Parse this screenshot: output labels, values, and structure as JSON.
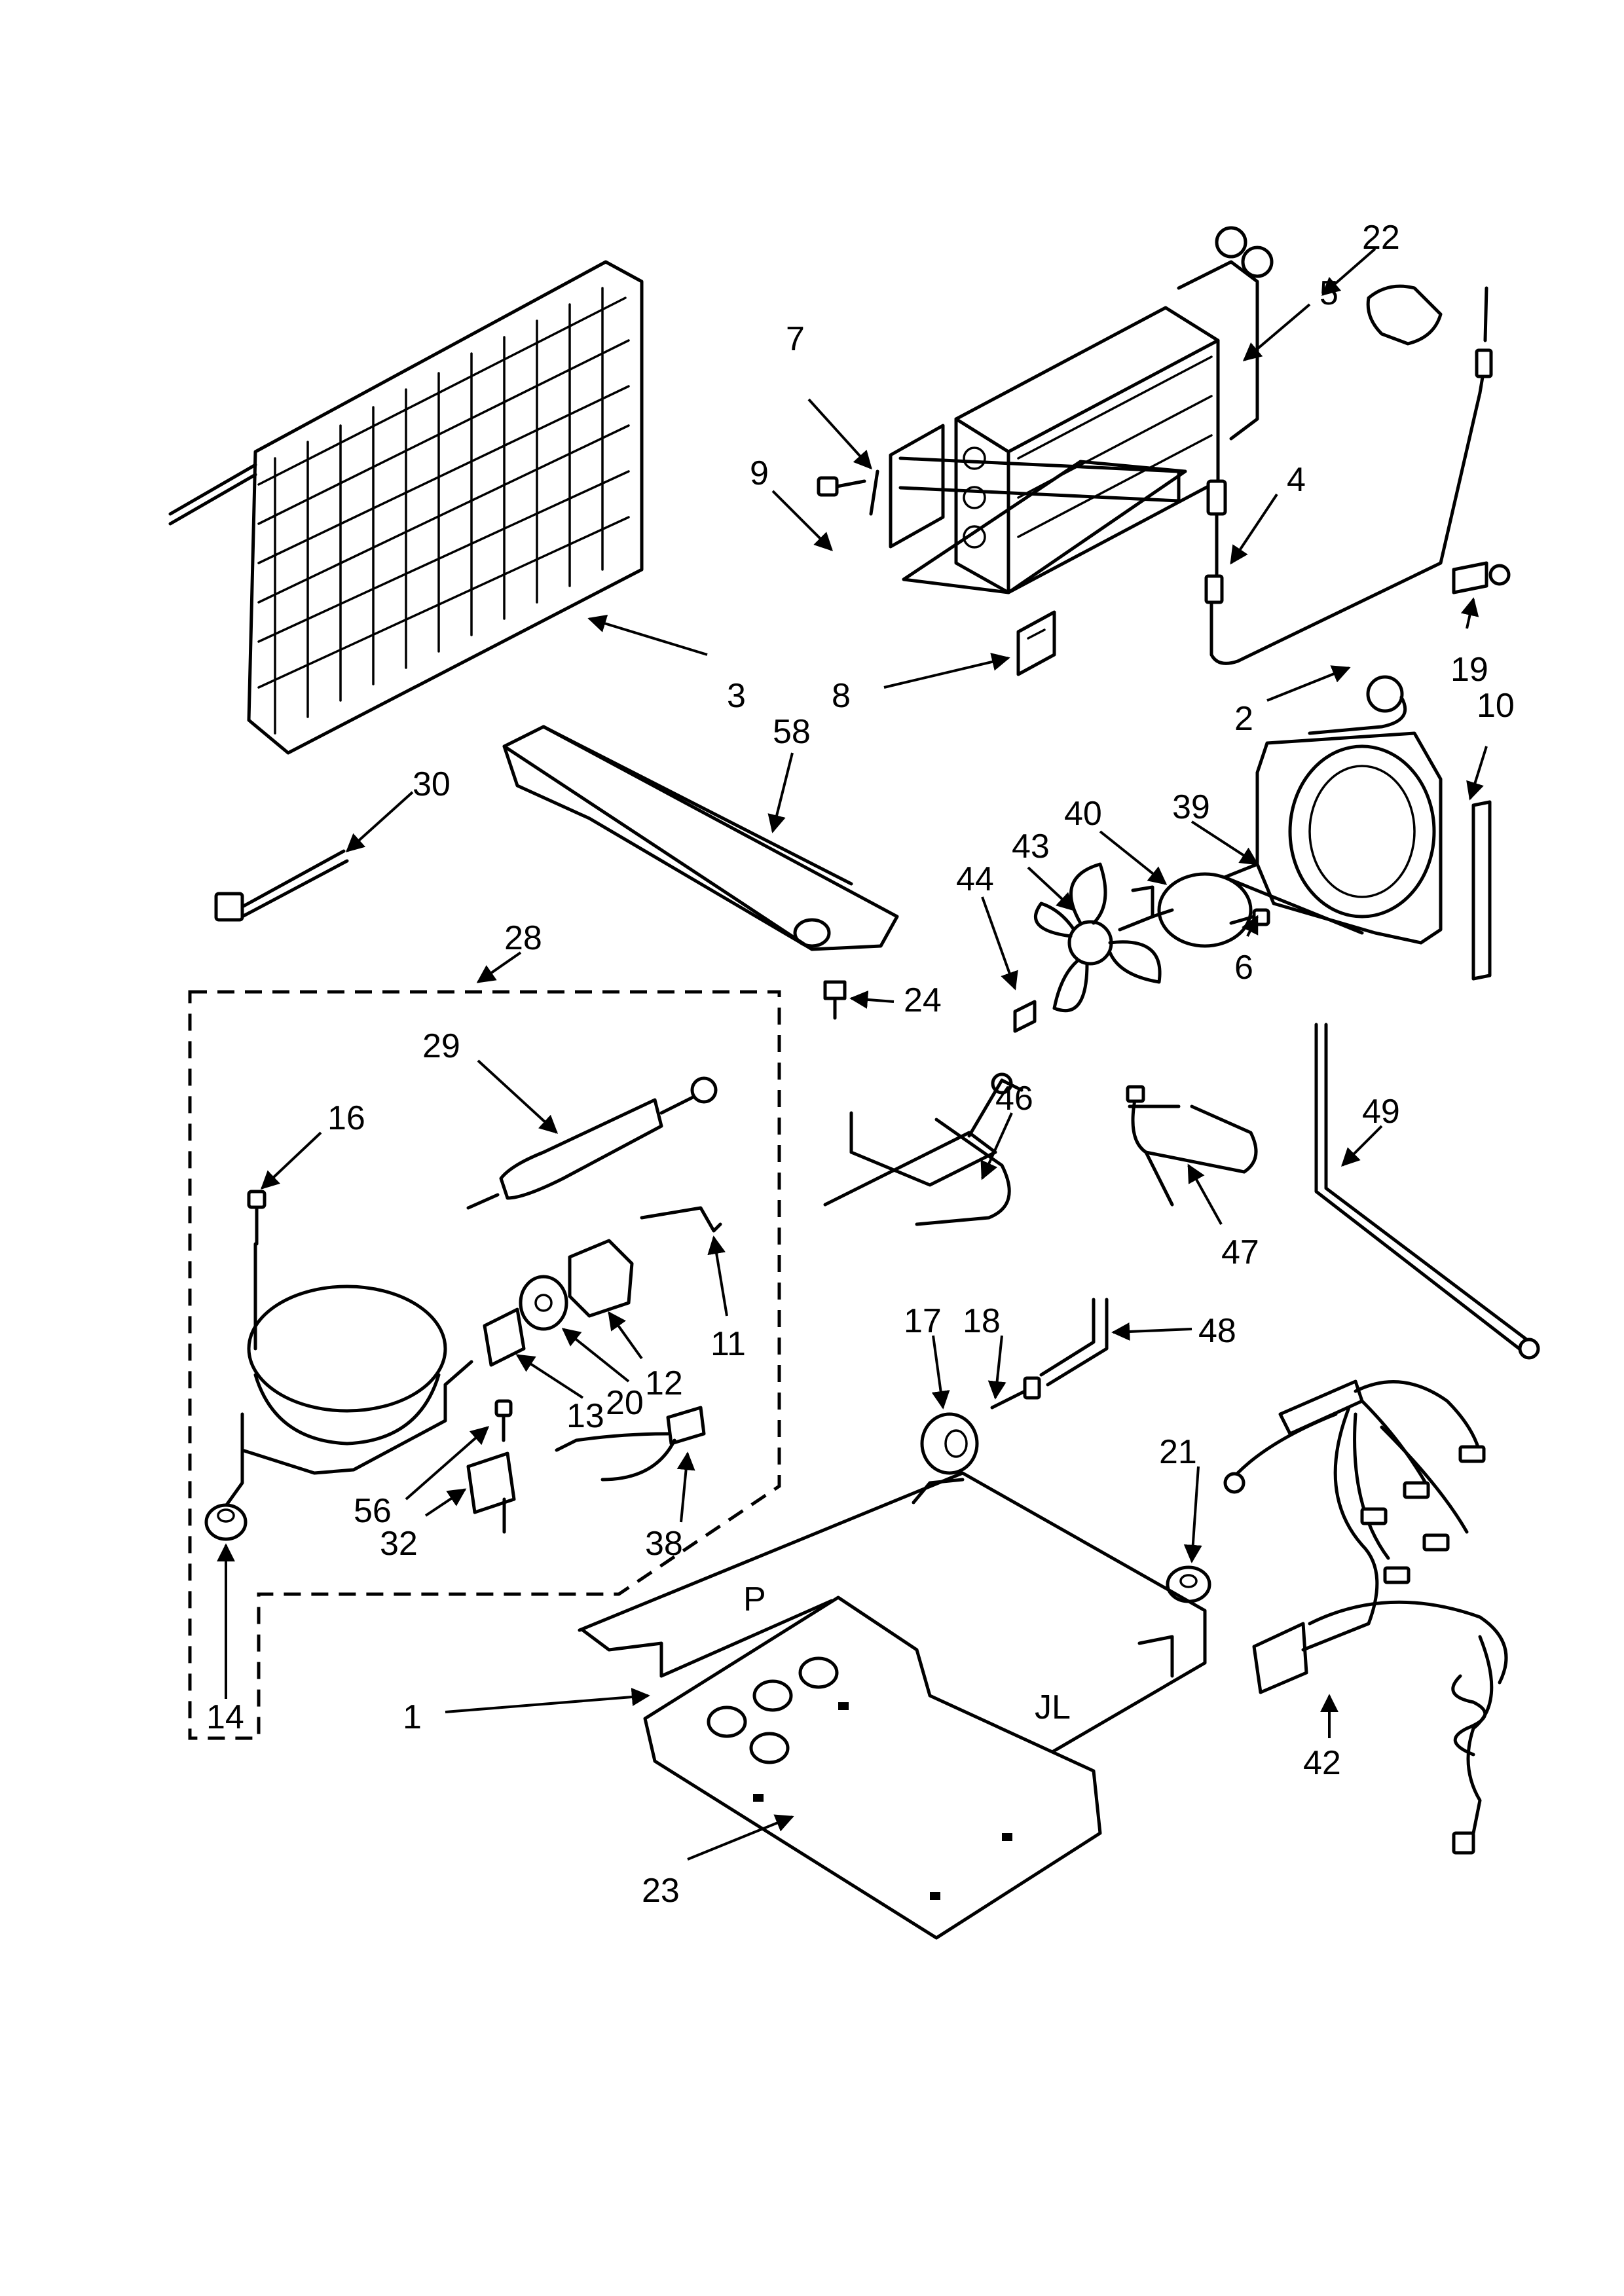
{
  "diagram": {
    "callouts": {
      "c1": "1",
      "c2": "2",
      "c3": "3",
      "c4": "4",
      "c5": "5",
      "c6": "6",
      "c7": "7",
      "c8": "8",
      "c9": "9",
      "c10": "10",
      "c11": "11",
      "c12": "12",
      "c13": "13",
      "c14": "14",
      "c16": "16",
      "c17": "17",
      "c18": "18",
      "c19": "19",
      "c20": "20",
      "c21": "21",
      "c22": "22",
      "c23": "23",
      "c24": "24",
      "c28": "28",
      "c29": "29",
      "c30": "30",
      "c32": "32",
      "c38": "38",
      "c39": "39",
      "c40": "40",
      "c42": "42",
      "c43": "43",
      "c44": "44",
      "c46": "46",
      "c47": "47",
      "c48": "48",
      "c49": "49",
      "c56": "56",
      "c58": "58"
    },
    "plate_marks": {
      "m1": "P",
      "m2": "JL"
    }
  }
}
